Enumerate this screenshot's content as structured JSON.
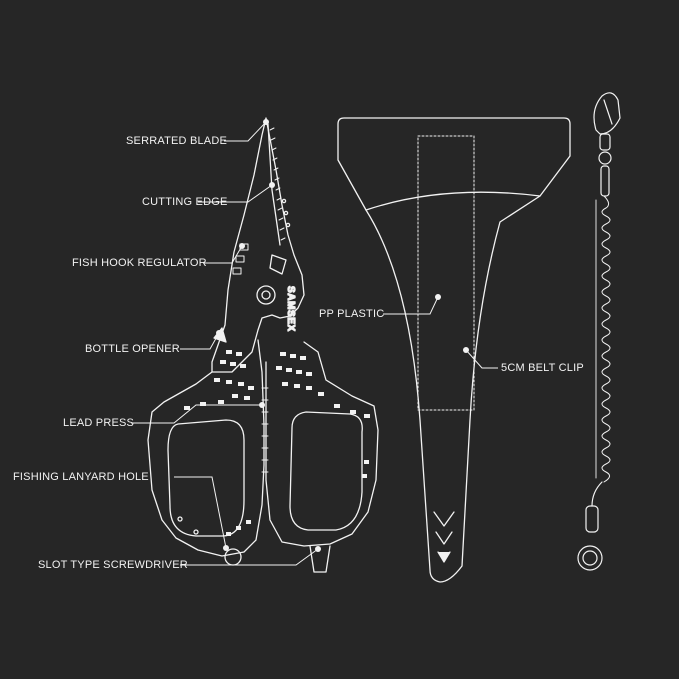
{
  "brand": "SAMSEX",
  "colors": {
    "background": "#262626",
    "line": "#f2f2f2"
  },
  "pliers_labels": [
    "SERRATED BLADE",
    "CUTTING EDGE",
    "FISH HOOK REGULATOR",
    "BOTTLE OPENER",
    "LEAD PRESS",
    "FISHING LANYARD HOLE",
    "SLOT TYPE SCREWDRIVER"
  ],
  "sheath_labels": [
    "PP PLASTIC",
    "5CM BELT CLIP"
  ]
}
